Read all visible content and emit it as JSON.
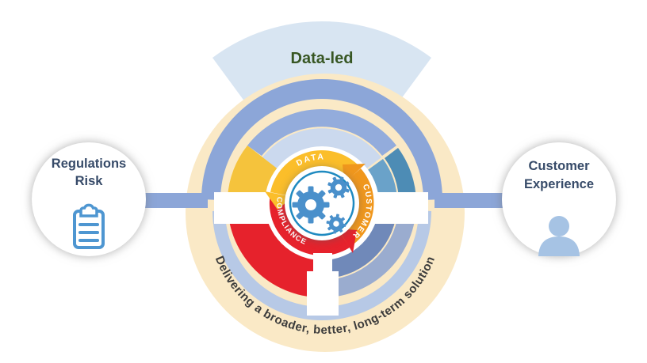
{
  "fan": {
    "label": "Data-led",
    "label_color": "#375623",
    "color": "#D8E5F2"
  },
  "left_node": {
    "line1": "Regulations",
    "line2": "Risk",
    "icon": "clipboard-icon",
    "icon_color": "#4E96D1",
    "text_color": "#374B69"
  },
  "right_node": {
    "line1": "Customer",
    "line2": "Experience",
    "icon": "person-icon",
    "icon_color": "#A6C3E4",
    "text_color": "#374B69"
  },
  "wheel": {
    "hub_icon": "gears-icon",
    "hub_ring_color": "#1F8AC0",
    "gear_color": "#4A90CB",
    "arrows": [
      {
        "label": "DATA",
        "color": "#FBBE2A"
      },
      {
        "label": "CUSTOMER",
        "color": "#F0971D"
      },
      {
        "label": "COMPLIANCE",
        "color": "#E6222C"
      }
    ],
    "segments": [
      {
        "name": "top",
        "outer_color": "#93ACDC",
        "inner_color": "#CBD9EE"
      },
      {
        "name": "top-right",
        "outer_color": "#4D8CB5",
        "inner_color": "#6AA2C9"
      },
      {
        "name": "bottom-right",
        "outer_color": "#9AACCF",
        "inner_color": "#7089B9"
      },
      {
        "name": "left-bottom",
        "outer_color": "#E6222C",
        "inner_color": "#E6222C"
      },
      {
        "name": "upper-left",
        "outer_color": "#F5C33C",
        "inner_color": "#F5C33C"
      }
    ],
    "ring_top_color": "#8CA6D8",
    "ring_bottom_color": "#B7C9E6",
    "disc_color": "#FAE9C6",
    "connector_color": "#8CA6D8"
  },
  "tagline": {
    "text": "Delivering a broader, better, long-term solution",
    "color": "#3C3C3C"
  }
}
